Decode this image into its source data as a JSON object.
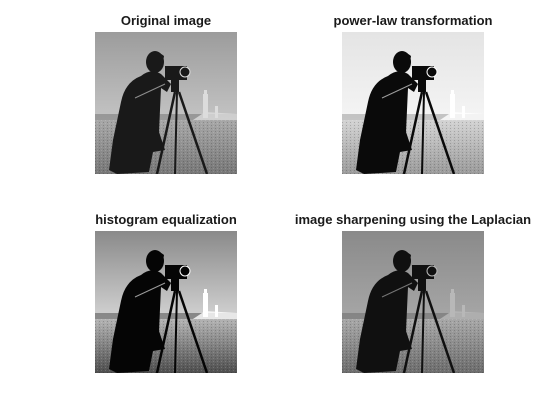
{
  "figure": {
    "panels": [
      {
        "title": "Original image",
        "variant": "original",
        "sky_colors": [
          "#dcdcdc",
          "#9c9c9c"
        ],
        "ground_colors": [
          "#a8a8a8",
          "#777777"
        ],
        "subject_color": "#191919"
      },
      {
        "title": "power-law transformation",
        "variant": "gamma",
        "sky_colors": [
          "#ffffff",
          "#e4e4e4"
        ],
        "ground_colors": [
          "#d4d4d4",
          "#9a9a9a"
        ],
        "subject_color": "#0a0a0a"
      },
      {
        "title": "histogram equalization",
        "variant": "equalized",
        "sky_colors": [
          "#ffffff",
          "#8a8a8a"
        ],
        "ground_colors": [
          "#b4b4b4",
          "#4e4e4e"
        ],
        "subject_color": "#050505"
      },
      {
        "title": "image sharpening using the Laplacian",
        "variant": "sharpened",
        "sky_colors": [
          "#b8b8b8",
          "#8a8a8a"
        ],
        "ground_colors": [
          "#a8a8a8",
          "#6c6c6c"
        ],
        "subject_color": "#101010"
      }
    ]
  }
}
